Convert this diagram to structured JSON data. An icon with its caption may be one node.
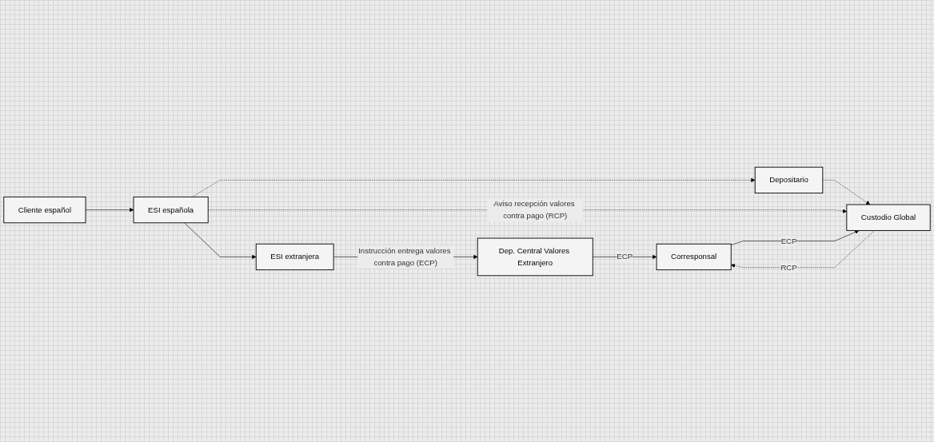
{
  "diagram": {
    "nodes": [
      {
        "text": [
          "Cliente español"
        ]
      },
      {
        "text": [
          "ESI española"
        ]
      },
      {
        "text": [
          "ESI extranjera"
        ]
      },
      {
        "text": [
          "Depositario"
        ]
      },
      {
        "text": [
          "Custodio Global"
        ]
      },
      {
        "text": [
          "Corresponsal"
        ]
      },
      {
        "text": [
          "Dep. Central Valores Extranjero"
        ]
      }
    ],
    "edges": [
      {
        "from": 0,
        "to": 1,
        "arrow": "to"
      },
      {
        "from": 1,
        "to": 2,
        "arrow": "to"
      },
      {
        "from": 1,
        "to": 3,
        "arrow": "to",
        "style": "dashed"
      },
      {
        "from": 3,
        "to": 4,
        "arrow": "to",
        "style": "dashed"
      },
      {
        "from": 1,
        "to": 4,
        "arrow": "to",
        "style": "dashed",
        "label": "Aviso recepción valores contra pago (RCP)"
      },
      {
        "from": 2,
        "to": 6,
        "arrow": "to",
        "label": "Instrucción entrega valores contra pago (ECP)"
      },
      {
        "from": 4,
        "to": 5,
        "arrow": "to",
        "style": "dashed",
        "label": "RCP"
      },
      {
        "from": 5,
        "to": 4,
        "arrow": "to",
        "label": "ECP"
      },
      {
        "from": 6,
        "to": 5,
        "arrow": "to",
        "label": "ECP"
      }
    ]
  }
}
